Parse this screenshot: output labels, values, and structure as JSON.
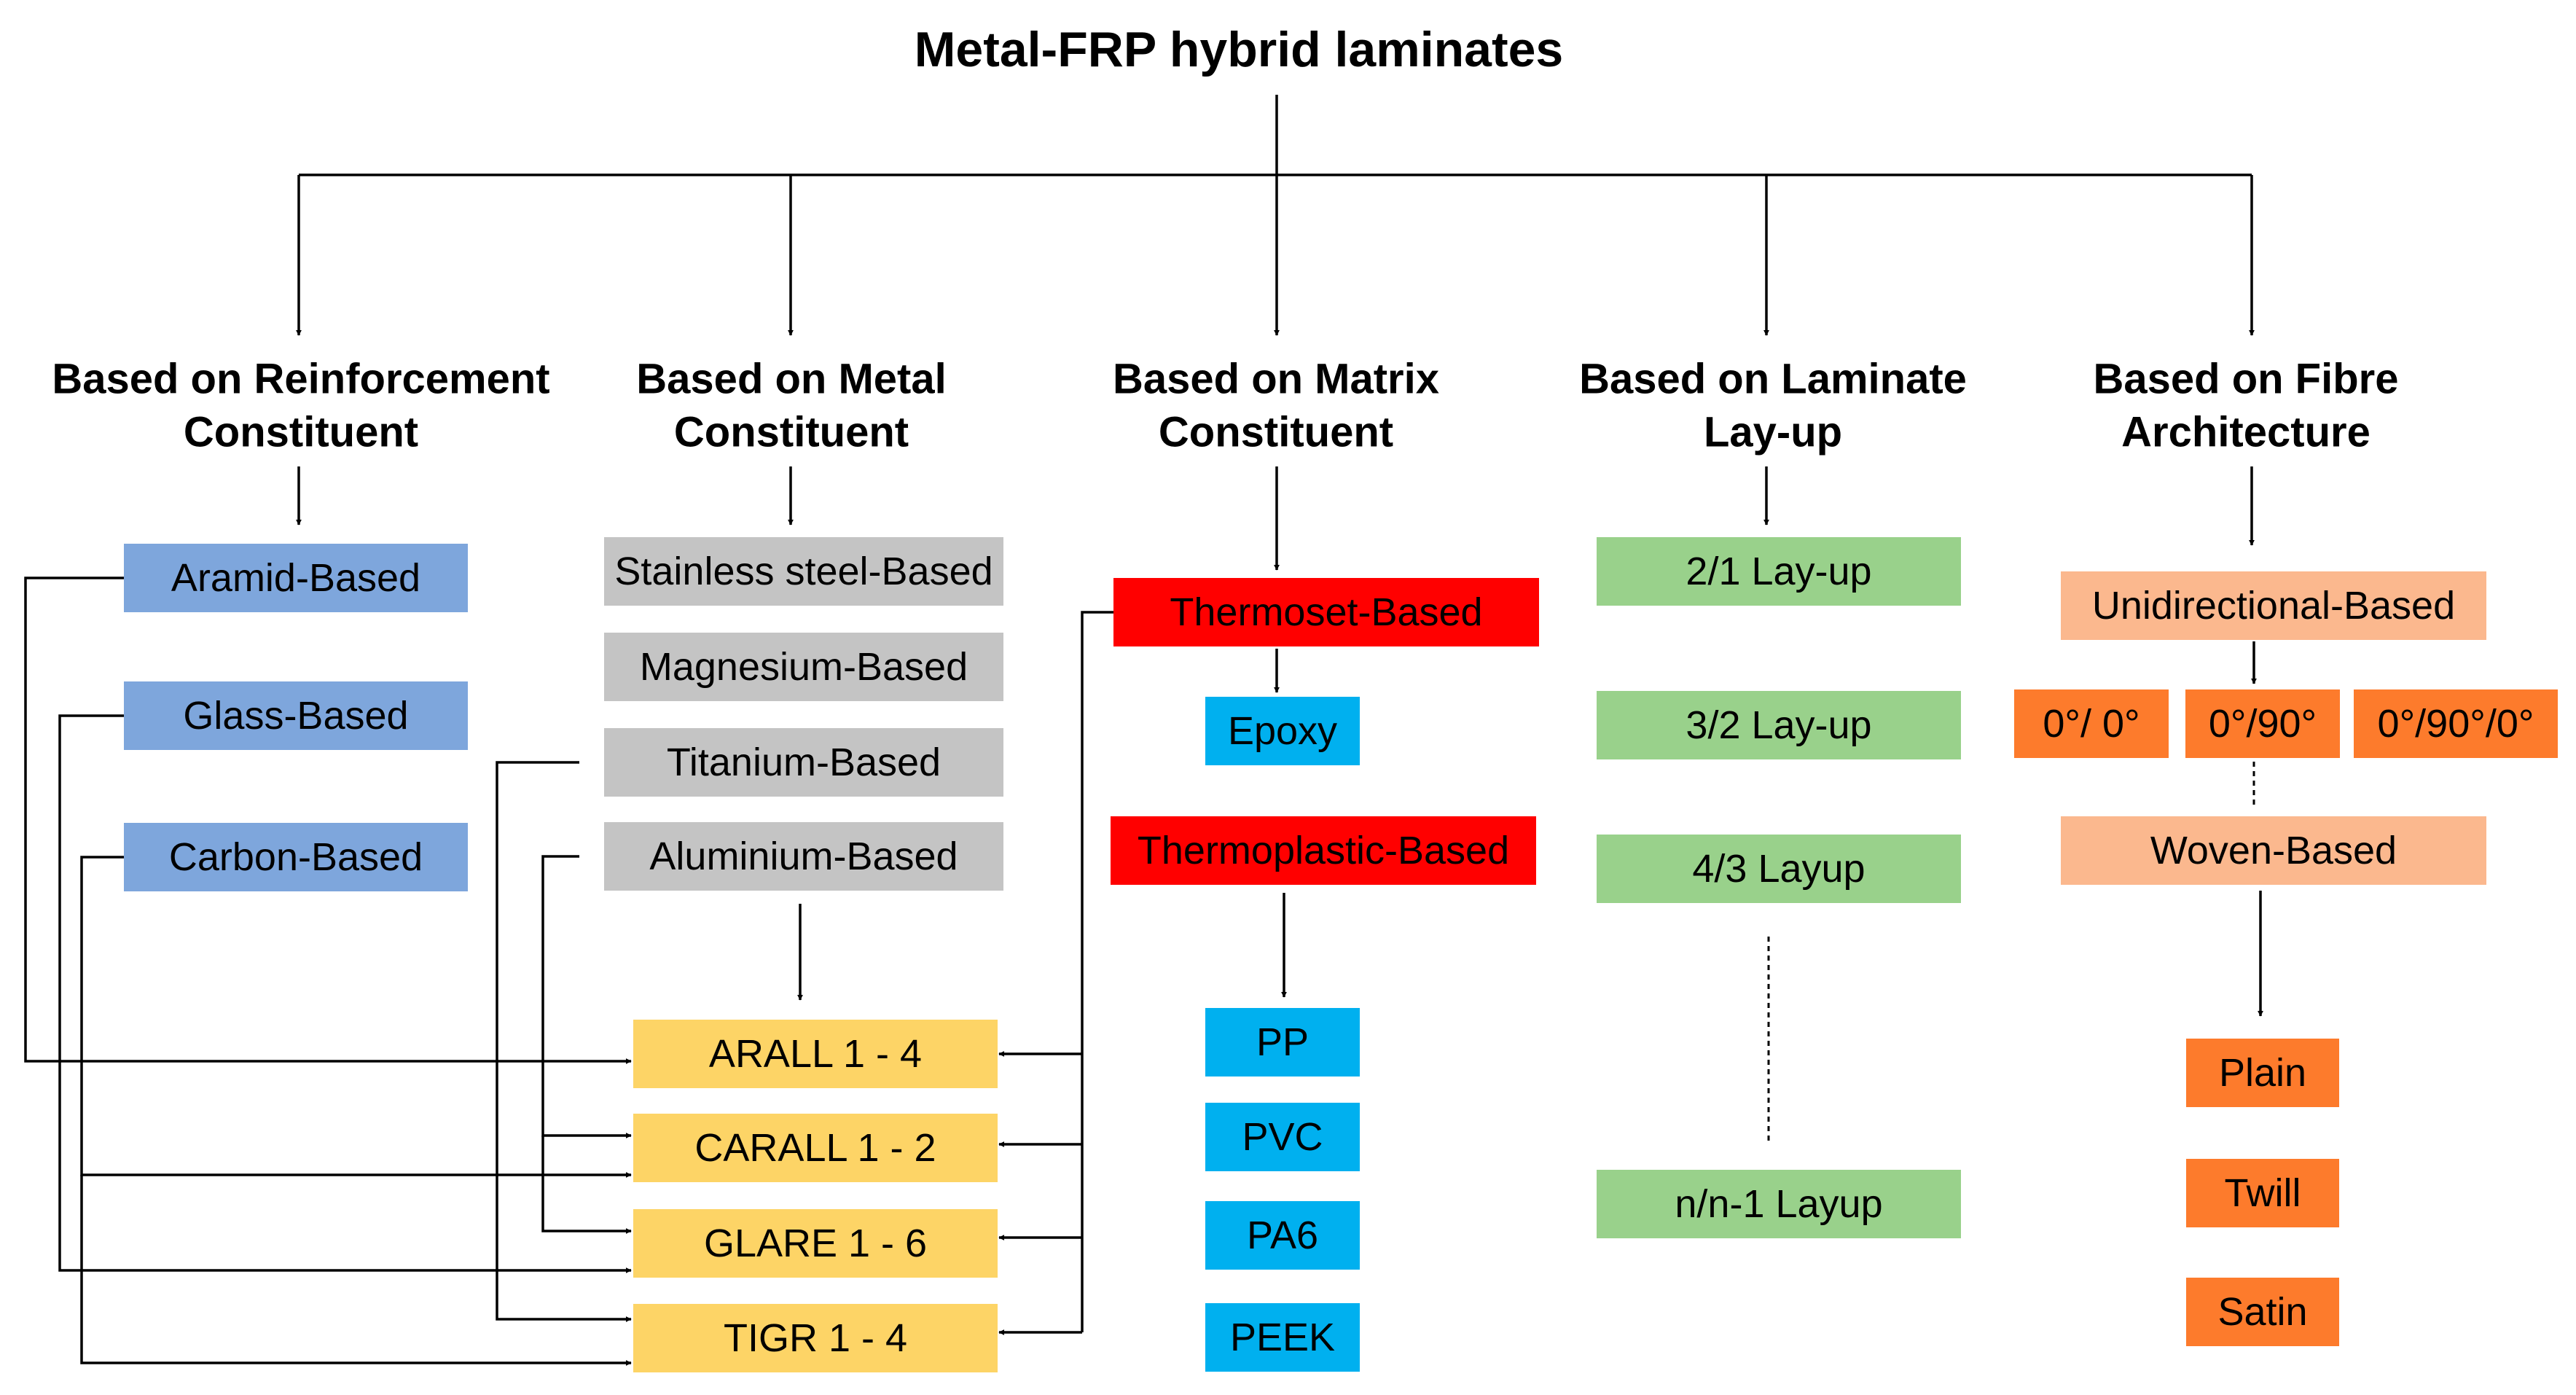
{
  "title": "Metal-FRP hybrid laminates",
  "colors": {
    "blue": "#7ea6dc",
    "gray": "#c4c4c4",
    "yellow": "#fdd466",
    "red": "#ff0000",
    "cyan": "#00b0ef",
    "green": "#99d18b",
    "peach": "#fbb88e",
    "orange": "#fd7b2c"
  },
  "categories": {
    "reinforcement": [
      "Based on Reinforcement",
      "Constituent"
    ],
    "metal": [
      "Based on Metal",
      "Constituent"
    ],
    "matrix": [
      "Based on Matrix",
      "Constituent"
    ],
    "layup": [
      "Based on Laminate",
      "Lay-up"
    ],
    "fibre": [
      "Based on Fibre",
      "Architecture"
    ]
  },
  "reinforcement": [
    "Aramid-Based",
    "Glass-Based",
    "Carbon-Based"
  ],
  "metal": [
    "Stainless steel-Based",
    "Magnesium-Based",
    "Titanium-Based",
    "Aluminium-Based"
  ],
  "laminates": [
    "ARALL 1 - 4",
    "CARALL 1 - 2",
    "GLARE 1 - 6",
    "TIGR 1 - 4"
  ],
  "matrix": {
    "thermoset": "Thermoset-Based",
    "thermoset_items": [
      "Epoxy"
    ],
    "thermoplastic": "Thermoplastic-Based",
    "thermoplastic_items": [
      "PP",
      "PVC",
      "PA6",
      "PEEK"
    ]
  },
  "layup": [
    "2/1 Lay-up",
    "3/2 Lay-up",
    "4/3 Layup",
    "n/n-1 Layup"
  ],
  "fibre": {
    "unidirectional": "Unidirectional-Based",
    "orientations": [
      "0°/ 0°",
      "0°/90°",
      "0°/90°/0°"
    ],
    "woven": "Woven-Based",
    "woven_items": [
      "Plain",
      "Twill",
      "Satin"
    ]
  }
}
